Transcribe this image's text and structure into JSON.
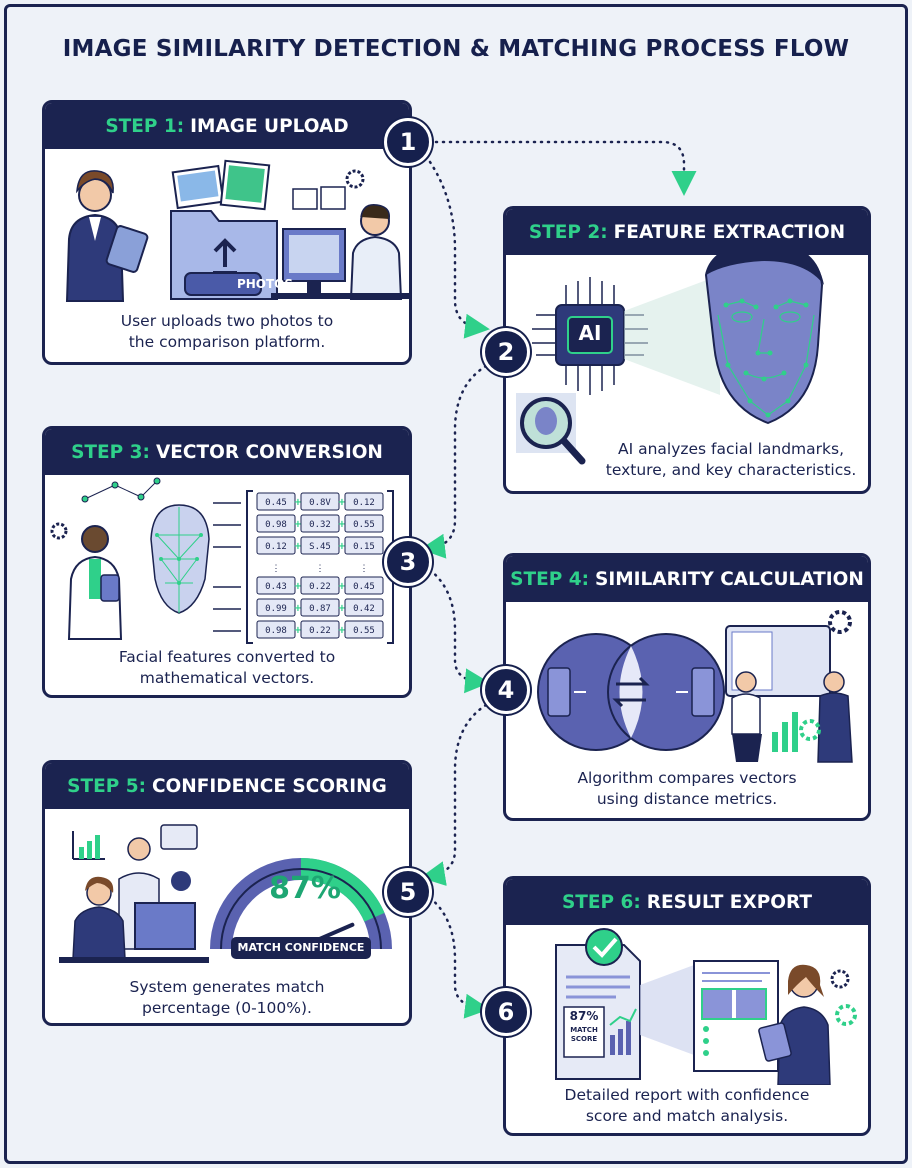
{
  "title": "IMAGE SIMILARITY DETECTION & MATCHING PROCESS FLOW",
  "colors": {
    "navy": "#1b2350",
    "green": "#2fd08a",
    "purple": "#4a4f9e",
    "background": "#eef2f8"
  },
  "steps": [
    {
      "number": "1",
      "prefix": "STEP 1:",
      "title": "IMAGE UPLOAD",
      "caption_lines": [
        "User uploads two photos to",
        "the comparison platform."
      ],
      "folder_label": "PHOTOS",
      "icons": [
        "person-tablet-icon",
        "photo-folder-icon",
        "computer-user-icon"
      ]
    },
    {
      "number": "2",
      "prefix": "STEP 2:",
      "title": "FEATURE EXTRACTION",
      "caption_lines": [
        "AI analyzes facial landmarks,",
        "texture, and key characteristics."
      ],
      "chip_label": "AI",
      "icons": [
        "ai-chip-icon",
        "face-landmarks-icon",
        "magnifier-icon"
      ]
    },
    {
      "number": "3",
      "prefix": "STEP 3:",
      "title": "VECTOR CONVERSION",
      "caption_lines": [
        "Facial features converted to",
        "mathematical vectors."
      ],
      "icons": [
        "scientist-icon",
        "face-mesh-icon",
        "vector-matrix-icon"
      ]
    },
    {
      "number": "4",
      "prefix": "STEP 4:",
      "title": "SIMILARITY CALCULATION",
      "caption_lines": [
        "Algorithm compares vectors",
        "using distance metrics."
      ],
      "icons": [
        "venn-compare-icon",
        "presenters-icon"
      ]
    },
    {
      "number": "5",
      "prefix": "STEP 5:",
      "title": "CONFIDENCE SCORING",
      "caption_lines": [
        "System generates match",
        "percentage (0-100%)."
      ],
      "gauge_value": "87%",
      "gauge_label": "MATCH CONFIDENCE",
      "gauge_fraction": 0.87,
      "icons": [
        "analysts-icon",
        "gauge-icon"
      ]
    },
    {
      "number": "6",
      "prefix": "STEP 6:",
      "title": "RESULT EXPORT",
      "caption_lines": [
        "Detailed report with confidence",
        "score and match analysis."
      ],
      "report_value": "87%",
      "report_label_lines": [
        "MATCH",
        "SCORE"
      ],
      "icons": [
        "report-document-icon",
        "presenter-tablet-icon"
      ]
    }
  ],
  "vector_matrix": [
    [
      "0.45",
      "0.8V",
      "0.12"
    ],
    [
      "0.98",
      "0.32",
      "0.55"
    ],
    [
      "0.12",
      "S.45",
      "0.15"
    ],
    [
      "⋮",
      "⋮",
      "⋮"
    ],
    [
      "0.43",
      "0.22",
      "0.45"
    ],
    [
      "0.99",
      "0.87",
      "0.42"
    ],
    [
      "0.98",
      "0.22",
      "0.55"
    ]
  ]
}
